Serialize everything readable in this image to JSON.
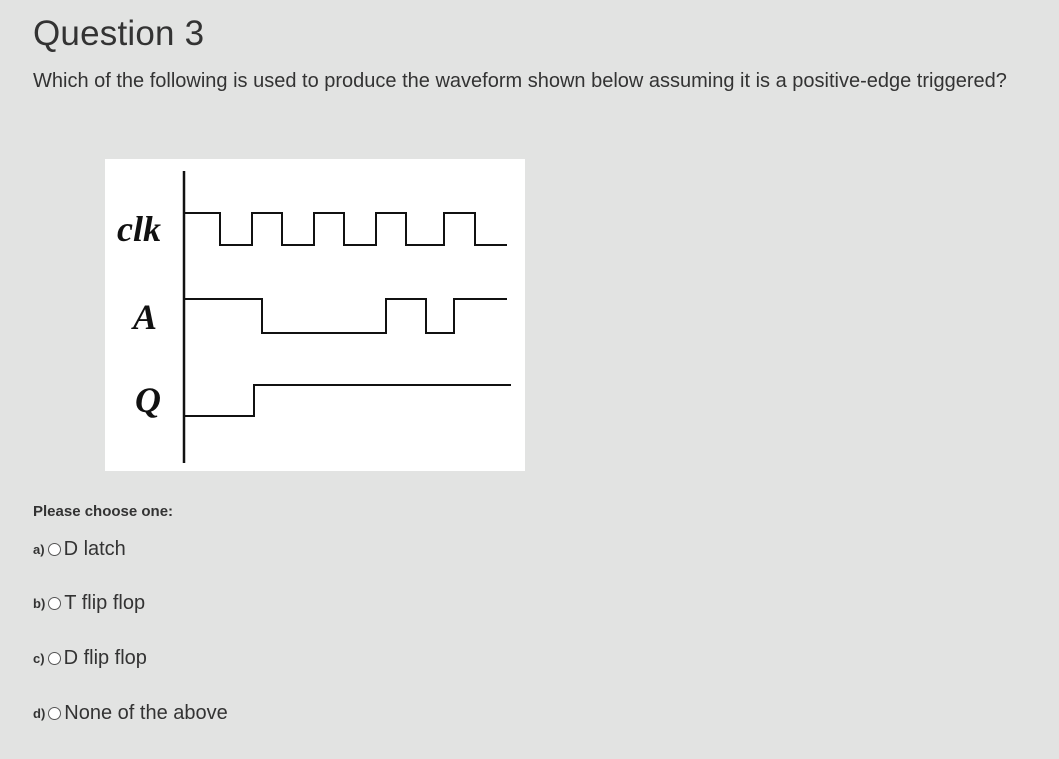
{
  "question": {
    "title": "Question 3",
    "text": "Which of the following is used to produce the waveform shown below assuming it is a positive-edge triggered?"
  },
  "figure": {
    "signals": [
      {
        "label": "clk"
      },
      {
        "label": "A"
      },
      {
        "label": "Q"
      }
    ]
  },
  "prompt": "Please choose one:",
  "options": [
    {
      "letter": "a)",
      "text": "D latch",
      "selected": false
    },
    {
      "letter": "b)",
      "text": "T flip flop",
      "selected": false
    },
    {
      "letter": "c)",
      "text": "D flip flop",
      "selected": false
    },
    {
      "letter": "d)",
      "text": "None of the above",
      "selected": false
    }
  ]
}
